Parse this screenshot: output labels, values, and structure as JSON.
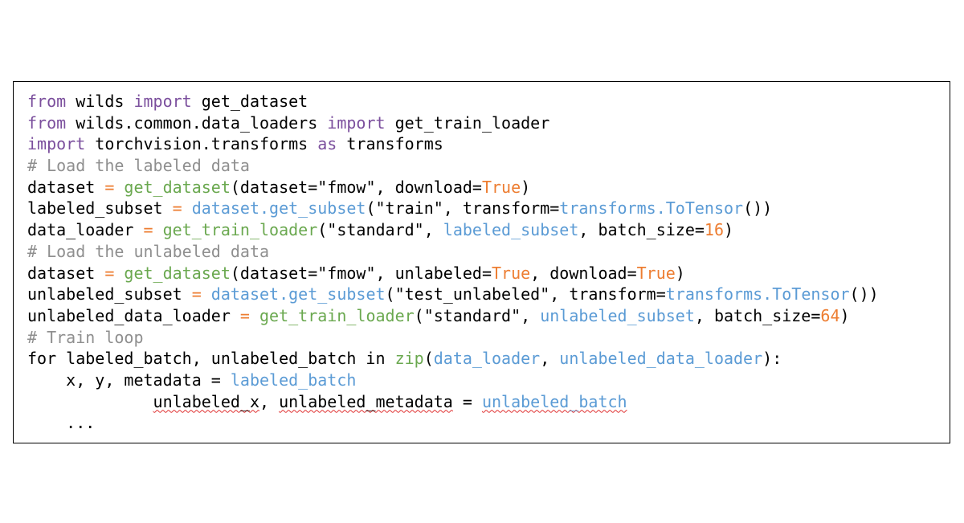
{
  "colors": {
    "keyword": "#7b4f9d",
    "comment": "#8f8f8f",
    "function": "#6aa84f",
    "variable": "#5b9bd5",
    "constant": "#ed7d31",
    "text": "#000000",
    "border": "#000000",
    "squiggle": "#e03030"
  },
  "code_lines": [
    {
      "tokens": [
        {
          "t": "from",
          "c": "kw"
        },
        {
          "t": " wilds ",
          "c": "pl"
        },
        {
          "t": "import",
          "c": "kw"
        },
        {
          "t": " get_dataset",
          "c": "pl"
        }
      ]
    },
    {
      "tokens": [
        {
          "t": "from",
          "c": "kw"
        },
        {
          "t": " wilds.common.data_loaders ",
          "c": "pl"
        },
        {
          "t": "import",
          "c": "kw"
        },
        {
          "t": " get_train_loader",
          "c": "pl"
        }
      ]
    },
    {
      "tokens": [
        {
          "t": "import",
          "c": "kw"
        },
        {
          "t": " torchvision.transforms ",
          "c": "pl"
        },
        {
          "t": "as",
          "c": "kw"
        },
        {
          "t": " transforms",
          "c": "pl"
        }
      ]
    },
    {
      "tokens": [
        {
          "t": "# Load the labeled data",
          "c": "cm"
        }
      ]
    },
    {
      "tokens": [
        {
          "t": "dataset ",
          "c": "pl"
        },
        {
          "t": "=",
          "c": "or"
        },
        {
          "t": " ",
          "c": "pl"
        },
        {
          "t": "get_dataset",
          "c": "fn"
        },
        {
          "t": "(dataset=\"fmow\", download=",
          "c": "pl"
        },
        {
          "t": "True",
          "c": "or"
        },
        {
          "t": ")",
          "c": "pl"
        }
      ]
    },
    {
      "tokens": [
        {
          "t": "labeled_subset ",
          "c": "pl"
        },
        {
          "t": "=",
          "c": "or"
        },
        {
          "t": " ",
          "c": "pl"
        },
        {
          "t": "dataset.get_subset",
          "c": "bl"
        },
        {
          "t": "(\"train\", transform=",
          "c": "pl"
        },
        {
          "t": "transforms.ToTensor",
          "c": "bl"
        },
        {
          "t": "())",
          "c": "pl"
        }
      ]
    },
    {
      "tokens": [
        {
          "t": "data_loader ",
          "c": "pl"
        },
        {
          "t": "=",
          "c": "or"
        },
        {
          "t": " ",
          "c": "pl"
        },
        {
          "t": "get_train_loader",
          "c": "fn"
        },
        {
          "t": "(\"standard\", ",
          "c": "pl"
        },
        {
          "t": "labeled_subset",
          "c": "bl"
        },
        {
          "t": ", batch_size=",
          "c": "pl"
        },
        {
          "t": "16",
          "c": "or"
        },
        {
          "t": ")",
          "c": "pl"
        }
      ]
    },
    {
      "tokens": [
        {
          "t": "# Load the unlabeled data",
          "c": "cm"
        }
      ]
    },
    {
      "tokens": [
        {
          "t": "dataset ",
          "c": "pl"
        },
        {
          "t": "=",
          "c": "or"
        },
        {
          "t": " ",
          "c": "pl"
        },
        {
          "t": "get_dataset",
          "c": "fn"
        },
        {
          "t": "(dataset=\"fmow\", unlabeled=",
          "c": "pl"
        },
        {
          "t": "True",
          "c": "or"
        },
        {
          "t": ", download=",
          "c": "pl"
        },
        {
          "t": "True",
          "c": "or"
        },
        {
          "t": ")",
          "c": "pl"
        }
      ]
    },
    {
      "tokens": [
        {
          "t": "unlabeled_subset ",
          "c": "pl"
        },
        {
          "t": "=",
          "c": "or"
        },
        {
          "t": " ",
          "c": "pl"
        },
        {
          "t": "dataset.get_subset",
          "c": "bl"
        },
        {
          "t": "(\"test_unlabeled\", transform=",
          "c": "pl"
        },
        {
          "t": "transforms.ToTensor",
          "c": "bl"
        },
        {
          "t": "())",
          "c": "pl"
        }
      ]
    },
    {
      "tokens": [
        {
          "t": "unlabeled_data_loader ",
          "c": "pl"
        },
        {
          "t": "=",
          "c": "or"
        },
        {
          "t": " ",
          "c": "pl"
        },
        {
          "t": "get_train_loader",
          "c": "fn"
        },
        {
          "t": "(\"standard\", ",
          "c": "pl"
        },
        {
          "t": "unlabeled_subset",
          "c": "bl"
        },
        {
          "t": ", batch_size=",
          "c": "pl"
        },
        {
          "t": "64",
          "c": "or"
        },
        {
          "t": ")",
          "c": "pl"
        }
      ]
    },
    {
      "tokens": [
        {
          "t": "# Train loop",
          "c": "cm"
        }
      ]
    },
    {
      "tokens": [
        {
          "t": "for labeled_batch, unlabeled_batch in ",
          "c": "pl"
        },
        {
          "t": "zip",
          "c": "fn"
        },
        {
          "t": "(",
          "c": "pl"
        },
        {
          "t": "data_loader",
          "c": "bl"
        },
        {
          "t": ", ",
          "c": "pl"
        },
        {
          "t": "unlabeled_data_loader",
          "c": "bl"
        },
        {
          "t": "):",
          "c": "pl"
        }
      ]
    },
    {
      "tokens": [
        {
          "t": "    x, y, metadata = ",
          "c": "pl"
        },
        {
          "t": "labeled_batch",
          "c": "bl"
        }
      ]
    },
    {
      "tokens": [
        {
          "t": "             ",
          "c": "pl"
        },
        {
          "t": "unlabeled_x",
          "c": "pl",
          "sq": true
        },
        {
          "t": ", ",
          "c": "pl"
        },
        {
          "t": "unlabeled_metadata",
          "c": "pl",
          "sq": true
        },
        {
          "t": " = ",
          "c": "pl"
        },
        {
          "t": "unlabeled_batch",
          "c": "bl",
          "sq": true
        }
      ]
    },
    {
      "tokens": [
        {
          "t": "    ...",
          "c": "pl"
        }
      ]
    }
  ]
}
